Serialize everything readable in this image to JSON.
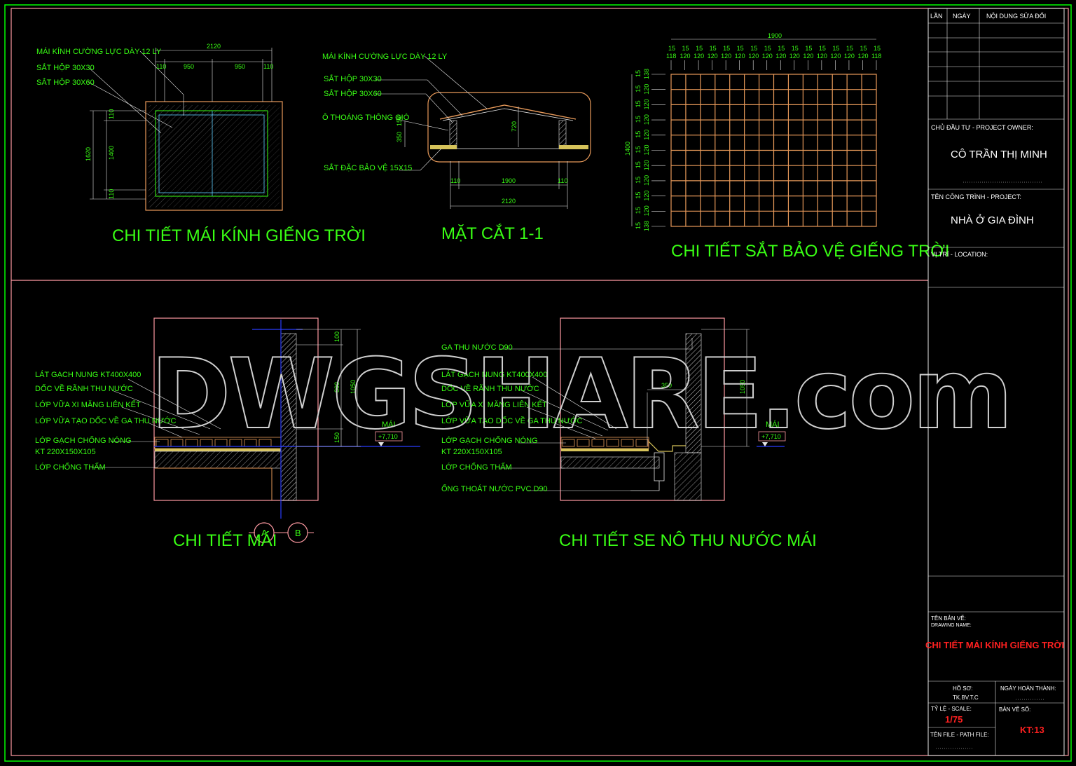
{
  "watermark": "DWGSHARE.com",
  "detail_glass_roof": {
    "title": "CHI TIẾT MÁI KÍNH GIẾNG TRỜI",
    "labels": [
      "MÁI KÍNH CƯỜNG LỰC DÀY 12 LY",
      "SẮT HỘP 30X30",
      "SẮT HỘP 30X60"
    ],
    "dims": [
      "2120",
      "110",
      "950",
      "950",
      "110",
      "110",
      "1400",
      "110",
      "1620"
    ]
  },
  "section_1_1": {
    "title": "MẶT CẮT 1-1",
    "labels": [
      "MÁI KÍNH CƯỜNG LỰC DÀY 12 LY",
      "SẮT HỘP 30X30",
      "SẮT HỘP 30X60",
      "Ô THOÁNG THÔNG GIÓ",
      "SẮT ĐẶC BẢO VỆ 15X15"
    ],
    "dims": [
      "350",
      "150",
      "720",
      "110",
      "1900",
      "110",
      "2120"
    ]
  },
  "detail_grille": {
    "title": "CHI TIẾT SẮT BẢO VỆ GIẾNG TRỜI",
    "top_total": "1900",
    "top_row_15": [
      "15",
      "15",
      "15",
      "15",
      "15",
      "15",
      "15",
      "15",
      "15",
      "15",
      "15",
      "15",
      "15",
      "15",
      "15",
      "15"
    ],
    "top_row_120": [
      "118",
      "120",
      "120",
      "120",
      "120",
      "120",
      "120",
      "120",
      "120",
      "120",
      "120",
      "120",
      "120",
      "120",
      "120",
      "118"
    ],
    "left_total": "1400",
    "left_row_15": [
      "15",
      "15",
      "15",
      "15",
      "15",
      "15",
      "15",
      "15",
      "15",
      "15",
      "15"
    ],
    "left_row_120": [
      "138",
      "120",
      "120",
      "120",
      "120",
      "120",
      "120",
      "120",
      "120",
      "120",
      "138"
    ]
  },
  "detail_roof": {
    "title": "CHI TIẾT MÁI",
    "labels": [
      "LÁT GẠCH NUNG KT400X400",
      "DỐC VỀ RÃNH THU NƯỚC",
      "LỚP VỮA XI MĂNG LIÊN KẾT",
      "LỚP VỮA TẠO DỐC VỀ GA THU NƯỚC",
      "LỚP GẠCH CHỐNG NÓNG",
      "KT 220X150X105",
      "LỚP CHỐNG THẤM"
    ],
    "dims": [
      "100",
      "800",
      "1050",
      "150"
    ],
    "level_name": "MÁI",
    "level_value": "+7,710",
    "axes": [
      "A",
      "B"
    ]
  },
  "detail_gutter": {
    "title": "CHI TIẾT SE NÔ THU NƯỚC MÁI",
    "labels": [
      "GA THU NƯỚC D90",
      "LÁT GẠCH NUNG KT400X400",
      "DỐC VỀ RÃNH THU NƯỚC",
      "LỚP VỮA XI MĂNG LIÊN KẾT",
      "LỚP VỮA TẠO DỐC VỀ GA THU NƯỚC",
      "LỚP GẠCH CHỐNG NÓNG",
      "KT 220X150X105",
      "LỚP CHỐNG THẤM",
      "ỐNG THOÁT NƯỚC PVC D90"
    ],
    "dims": [
      "350",
      "1050"
    ],
    "level_name": "MÁI",
    "level_value": "+7,710"
  },
  "title_block": {
    "rev_headers": [
      "LẦN",
      "NGÀY",
      "NỘI DUNG SỬA ĐỔI"
    ],
    "owner_label": "CHỦ ĐẦU TƯ - PROJECT OWNER:",
    "owner": "CÔ TRẦN THỊ MINH",
    "project_label": "TÊN CÔNG TRÌNH - PROJECT:",
    "project": "NHÀ Ở GIA ĐÌNH",
    "location_label": "VỊ TRÍ - LOCATION:",
    "drawing_label": "TÊN BẢN VẼ:",
    "drawing_label_en": "DRAWING NAME:",
    "drawing_name": "CHI TIẾT MÁI KÍNH GIẾNG TRỜI",
    "file_label": "HỒ SƠ:",
    "file_value": "TK.BV.T.C",
    "date_label": "NGÀY HOÀN THÀNH:",
    "scale_label": "TỶ LỆ - SCALE:",
    "scale": "1/75",
    "sheet_label": "BẢN VẼ SỐ:",
    "sheet_no": "KT:13",
    "path_label": "TÊN FILE - PATH FILE:"
  },
  "colors": {
    "text_green": "#39ff14",
    "border_green": "#00ff00",
    "frame_pink": "#ff9aa2",
    "drawing_orange": "#e89a5a",
    "axis_blue": "#2a3cff",
    "title_red": "#ff2020"
  }
}
